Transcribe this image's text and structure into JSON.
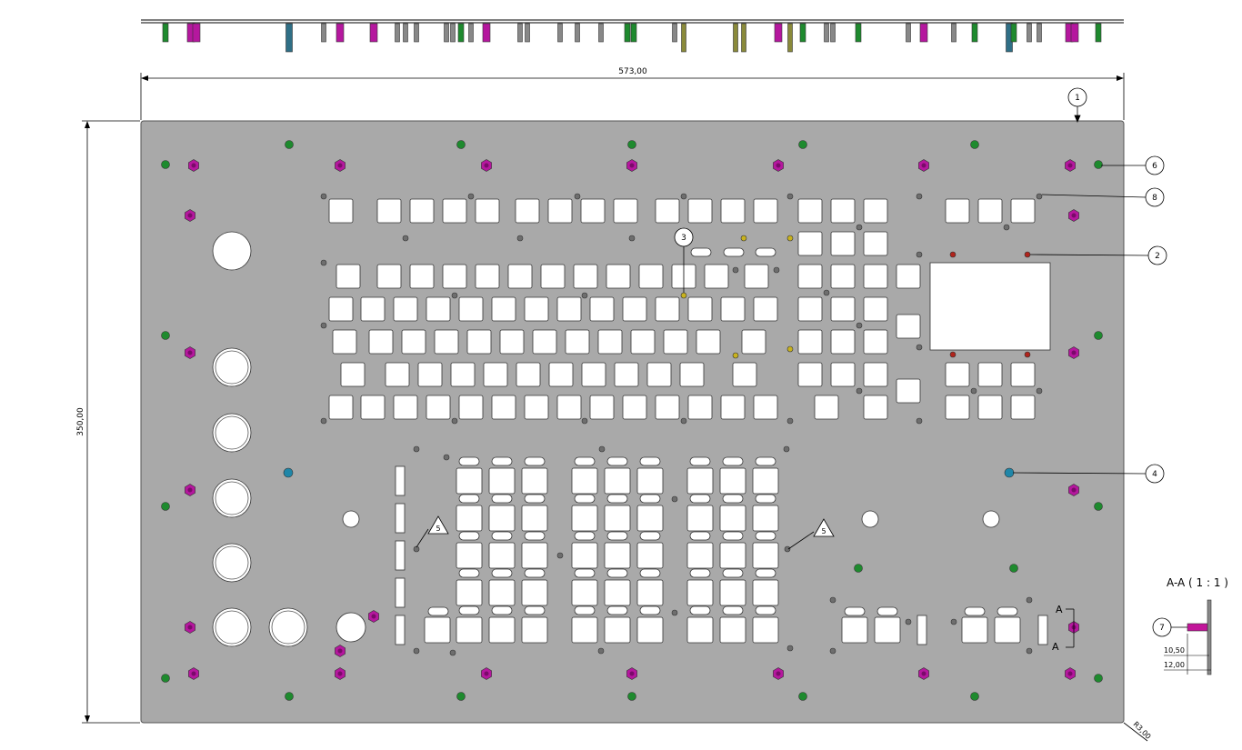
{
  "dimensions": {
    "width_label": "573,00",
    "height_label": "350,00",
    "radius_label": "R3,00",
    "section_dim_1": "10,50",
    "section_dim_2": "12,00"
  },
  "section": {
    "title": "A-A ( 1 : 1 )",
    "cut_label": "A"
  },
  "callouts": {
    "c1": "1",
    "c2": "2",
    "c3": "3",
    "c4": "4",
    "c5": "5",
    "c6": "6",
    "c7": "7",
    "c8": "8"
  },
  "colors": {
    "panel": "#a9a9a9",
    "cutout": "#ffffff",
    "hex_nut": "#b5179e",
    "green_hole": "#1e8a2e",
    "grey_hole": "#6e6e6e",
    "yellow_hole": "#c8b21e",
    "red_hole": "#b0241c",
    "blue_hole": "#1f86a8",
    "line": "#000000"
  }
}
